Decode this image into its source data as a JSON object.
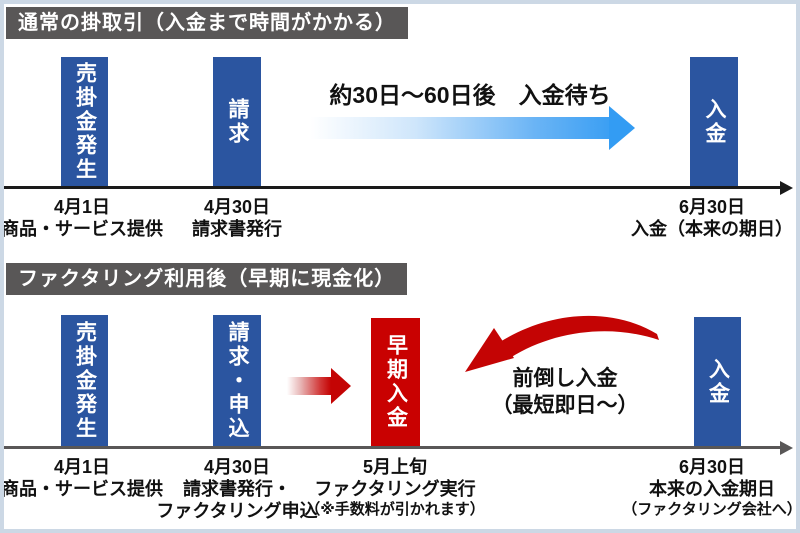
{
  "colors": {
    "page_border": "#ccd8e5",
    "header_bg": "#595757",
    "header_text": "#ffffff",
    "bar_blue": "#2b55a0",
    "bar_red": "#c90101",
    "arrow_blue": "#339cf3",
    "arrow_red": "#c40404",
    "axis_dark": "#1a1a1a",
    "axis_gray": "#595757"
  },
  "section1": {
    "header": "通常の掛取引（入金まで時間がかかる）",
    "arrow_caption": "約30日～60日後　入金待ち",
    "bars": [
      {
        "label": "売掛金発生"
      },
      {
        "label": "請求"
      },
      {
        "label": "入金"
      }
    ],
    "milestones": [
      {
        "date": "4月1日",
        "line2": "商品・サービス提供"
      },
      {
        "date": "4月30日",
        "line2": "請求書発行"
      },
      {
        "date": "6月30日",
        "line2": "入金（本来の期日）"
      }
    ]
  },
  "section2": {
    "header": "ファクタリング利用後（早期に現金化）",
    "caption_line1": "前倒し入金",
    "caption_line2": "（最短即日～）",
    "bars": [
      {
        "label": "売掛金発生"
      },
      {
        "label": "請求・申込"
      },
      {
        "label": "早期入金"
      },
      {
        "label": "入金"
      }
    ],
    "milestones": [
      {
        "date": "4月1日",
        "line2": "商品・サービス提供"
      },
      {
        "date": "4月30日",
        "line2": "請求書発行・",
        "line3": "ファクタリング申込"
      },
      {
        "date": "5月上旬",
        "line2": "ファクタリング実行",
        "note": "（※手数料が引かれます）"
      },
      {
        "date": "6月30日",
        "line2": "本来の入金期日",
        "note": "（ファクタリング会社へ）"
      }
    ]
  }
}
